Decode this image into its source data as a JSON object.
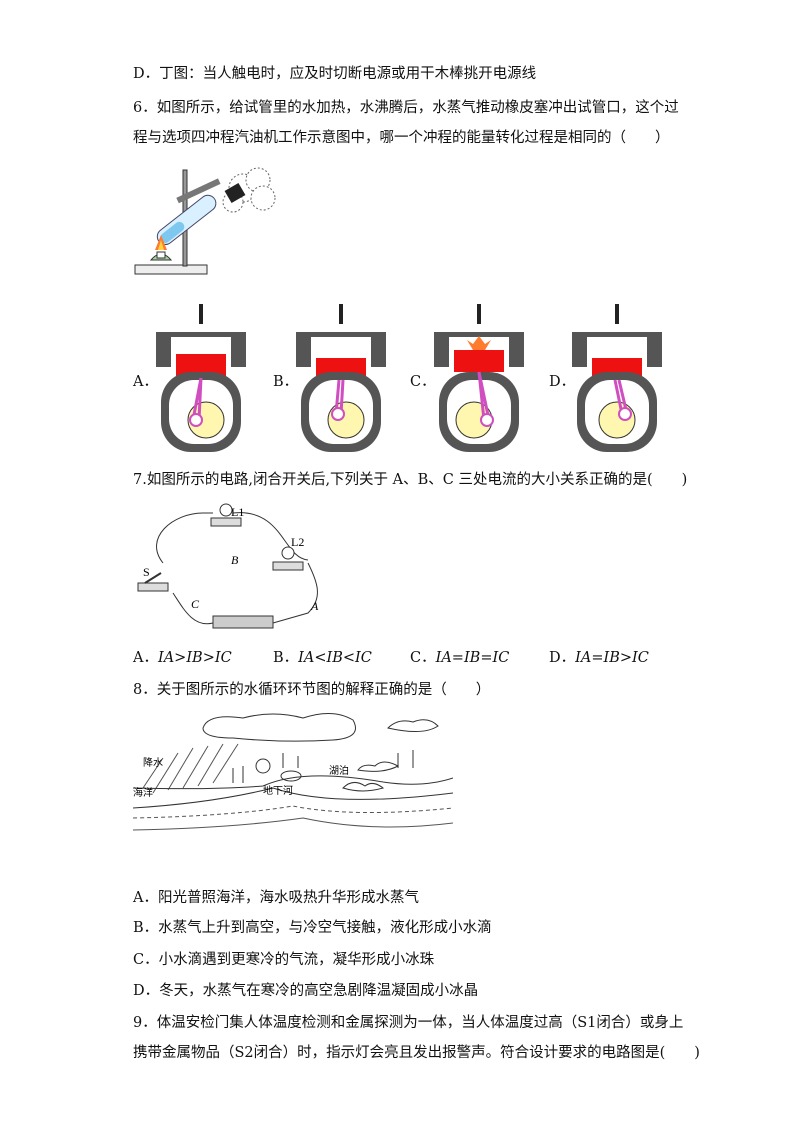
{
  "q5": {
    "option_d": "D．丁图：当人触电时，应及时切断电源或用干木棒挑开电源线"
  },
  "q6": {
    "line1": "6．如图所示，给试管里的水加热，水沸腾后，水蒸气推动橡皮塞冲出试管口，这个过",
    "line2": "程与选项四冲程汽油机工作示意图中，哪一个冲程的能量转化过程是相同的（　　）",
    "options": [
      "A．",
      "B．",
      "C．",
      "D．"
    ]
  },
  "q7": {
    "stem": "7.如图所示的电路,闭合开关后,下列关于 A、B、C 三处电流的大小关系正确的是(　　)",
    "circuit_labels": {
      "l1": "L1",
      "l2": "L2",
      "s": "S",
      "a": "A",
      "b": "B",
      "c": "C"
    },
    "options": {
      "a_prefix": "A．",
      "a_text": "IA>IB>IC",
      "b_prefix": "B．",
      "b_text": "IA<IB<IC",
      "c_prefix": "C．",
      "c_text": "IA=IB=IC",
      "d_prefix": "D．",
      "d_text": "IA=IB>IC"
    }
  },
  "q8": {
    "stem": "8．关于图所示的水循环环节图的解释正确的是（　　）",
    "diagram_labels": {
      "rain": "降水",
      "ocean": "海洋",
      "lake": "湖泊",
      "underground": "地下河"
    },
    "options": [
      "A．阳光普照海洋，海水吸热升华形成水蒸气",
      "B．水蒸气上升到高空，与冷空气接触，液化形成小水滴",
      "C．小水滴遇到更寒冷的气流，凝华形成小冰珠",
      "D．冬天，水蒸气在寒冷的高空急剧降温凝固成小冰晶"
    ]
  },
  "q9": {
    "line1": "9．体温安检门集人体温度检测和金属探测为一体，当人体温度过高（S1闭合）或身上",
    "line2": "携带金属物品（S2闭合）时，指示灯会亮且发出报警声。符合设计要求的电路图是(　　)"
  }
}
